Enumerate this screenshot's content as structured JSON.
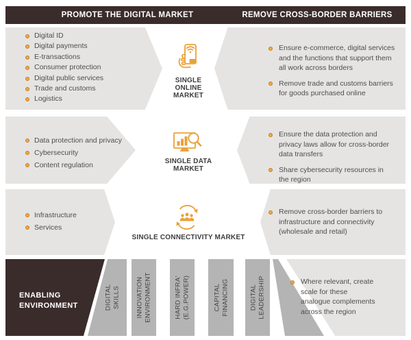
{
  "colors": {
    "dark_brown": "#3b2c2c",
    "light_gray_shape": "#e5e4e3",
    "mid_gray_pillar": "#b4b4b4",
    "accent_orange": "#e9a23b",
    "bullet_orange": "#f1a93e",
    "body_text": "#4e4e4e",
    "header_text": "#ffffff"
  },
  "header": {
    "left_title": "PROMOTE THE DIGITAL MARKET",
    "right_title": "REMOVE CROSS-BORDER BARRIERS"
  },
  "rows": [
    {
      "left_items": [
        "Digital ID",
        "Digital payments",
        "E-transactions",
        "Consumer protection",
        "Digital public services",
        "Trade and customs",
        "Logistics"
      ],
      "center": {
        "icon": "phone-wifi-icon",
        "label": "SINGLE\nONLINE\nMARKET"
      },
      "right_items": [
        "Ensure e-commerce, digital services\nand the functions that support them\nall work across borders",
        "Remove trade and customs barriers\nfor goods purchased online"
      ]
    },
    {
      "left_items": [
        "Data protection and privacy",
        "Cybersecurity",
        "Content regulation"
      ],
      "center": {
        "icon": "data-monitor-icon",
        "label": "SINGLE DATA\nMARKET"
      },
      "right_items": [
        "Ensure the data protection and\nprivacy laws allow for cross-border\ndata transfers",
        "Share cybersecurity resources in\nthe region"
      ]
    },
    {
      "left_items": [
        "Infrastructure",
        "Services"
      ],
      "center": {
        "icon": "connectivity-people-icon",
        "label": "SINGLE CONNECTIVITY MARKET"
      },
      "right_items": [
        "Remove cross-border barriers to\ninfrastructure and connectivity\n(wholesale and retail)"
      ]
    }
  ],
  "enabling": {
    "label": "ENABLING\nENVIRONMENT",
    "pillars": [
      "DIGITAL\nSKILLS",
      "INNOVATION\nENVIRONMENT",
      "HARD INFRA'\n(E.G.POWER)",
      "CAPITAL\nFINANCING",
      "DIGITAL\nLEADERSHIP"
    ],
    "note": "Where relevant, create\nscale for these\nanalogue complements\nacross the region"
  }
}
